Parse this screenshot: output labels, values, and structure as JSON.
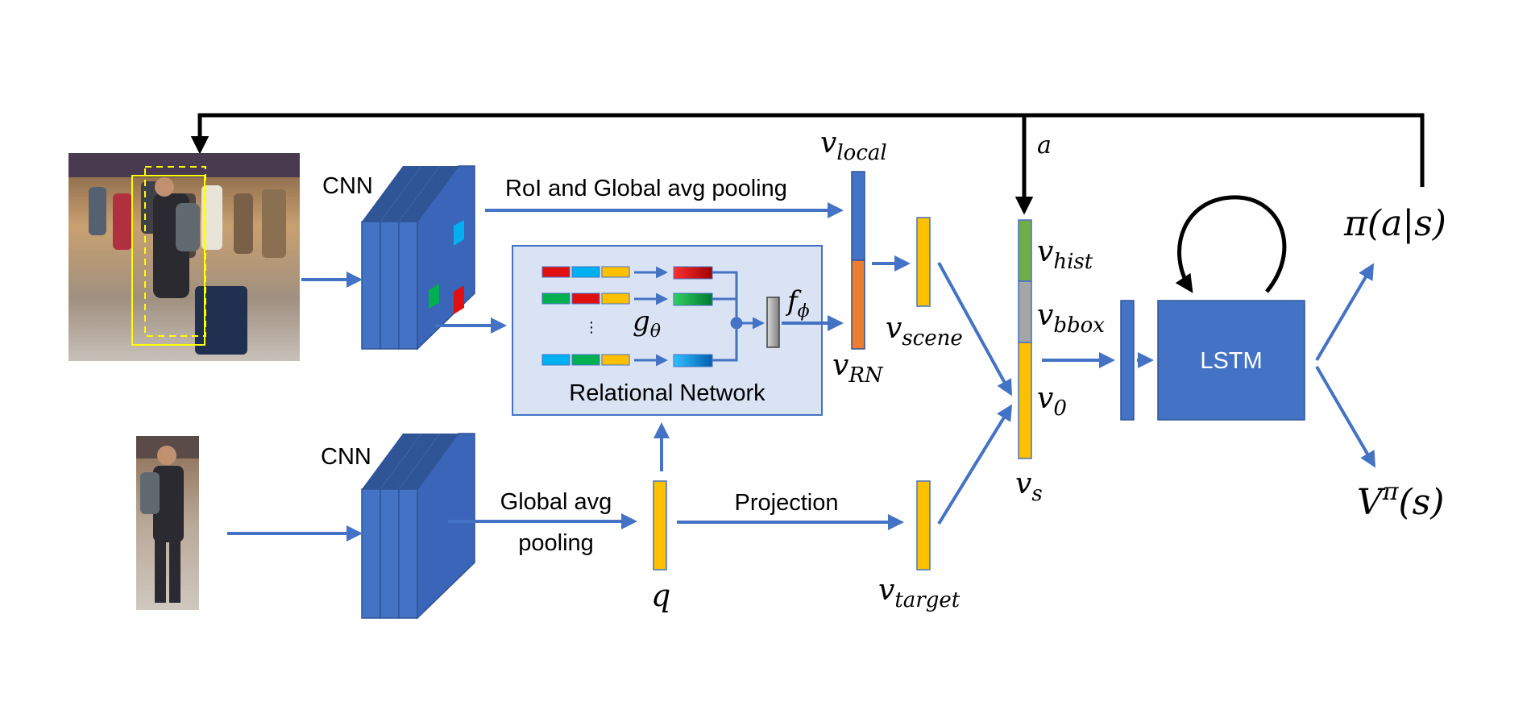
{
  "labels": {
    "cnn_top": "CNN",
    "cnn_bottom": "CNN",
    "roi_pooling": "RoI and Global avg pooling",
    "relational_network": "Relational Network",
    "g_theta": {
      "base": "g",
      "sub": "θ"
    },
    "f_phi": {
      "base": "f",
      "sub": "ϕ"
    },
    "ellipsis": "⋮",
    "global_avg": "Global avg",
    "pooling": "pooling",
    "projection": "Projection",
    "lstm": "LSTM",
    "a": "a",
    "q": "q",
    "v_local": {
      "base": "v",
      "sub": "local"
    },
    "v_rn": {
      "base": "v",
      "sub": "RN"
    },
    "v_scene": {
      "base": "v",
      "sub": "scene"
    },
    "v_target": {
      "base": "v",
      "sub": "target"
    },
    "v_hist": {
      "base": "v",
      "sub": "hist"
    },
    "v_bbox": {
      "base": "v",
      "sub": "bbox"
    },
    "v_0": {
      "base": "v",
      "sub": "0"
    },
    "v_s": {
      "base": "v",
      "sub": "s"
    },
    "policy": "π(a|s)",
    "value": {
      "base": "V",
      "sup": "π",
      "tail": "(s)"
    }
  },
  "colors": {
    "arrow_blue": "#4472c4",
    "cnn_block": "#4472c4",
    "cnn_block_side": "#2f5597",
    "rn_box_fill": "#dae3f3",
    "rn_box_border": "#4472c4",
    "feature_yellow": "#ffc000",
    "feature_blue": "#4472c4",
    "feature_orange": "#ed7d31",
    "feature_green": "#70ad47",
    "feature_gray": "#a5a5a5",
    "feedback_black": "#000000",
    "chip_red": "#e01010",
    "chip_cyan": "#00b0f0",
    "chip_green": "#00b050"
  },
  "icons": {
    "scene_image": "crowd-scene-photo-icon",
    "query_image": "query-person-photo-icon"
  }
}
